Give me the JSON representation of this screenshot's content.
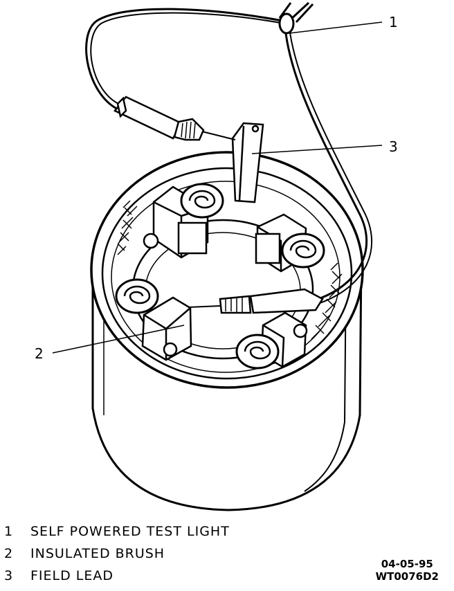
{
  "callouts": [
    {
      "num": "1",
      "label": "SELF POWERED TEST LIGHT"
    },
    {
      "num": "2",
      "label": "INSULATED BRUSH"
    },
    {
      "num": "3",
      "label": "FIELD LEAD"
    }
  ],
  "stamp": {
    "date": "04-05-95",
    "code": "WT0076D2"
  }
}
